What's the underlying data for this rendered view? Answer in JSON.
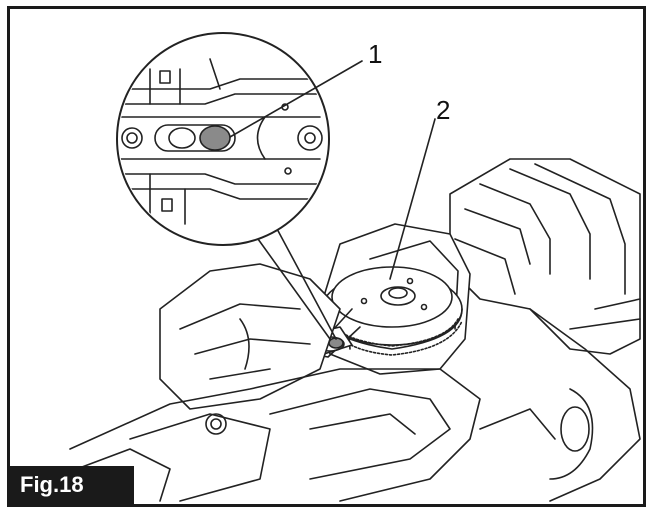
{
  "figure": {
    "label": "Fig.18",
    "callouts": [
      {
        "number": "1"
      },
      {
        "number": "2"
      }
    ]
  },
  "colors": {
    "frame": "#1a1a1a",
    "line": "#222222",
    "shade": "#c8c8c8",
    "pin": "#8a8a8a",
    "label_bg": "#1a1a1a",
    "label_text": "#ffffff"
  }
}
